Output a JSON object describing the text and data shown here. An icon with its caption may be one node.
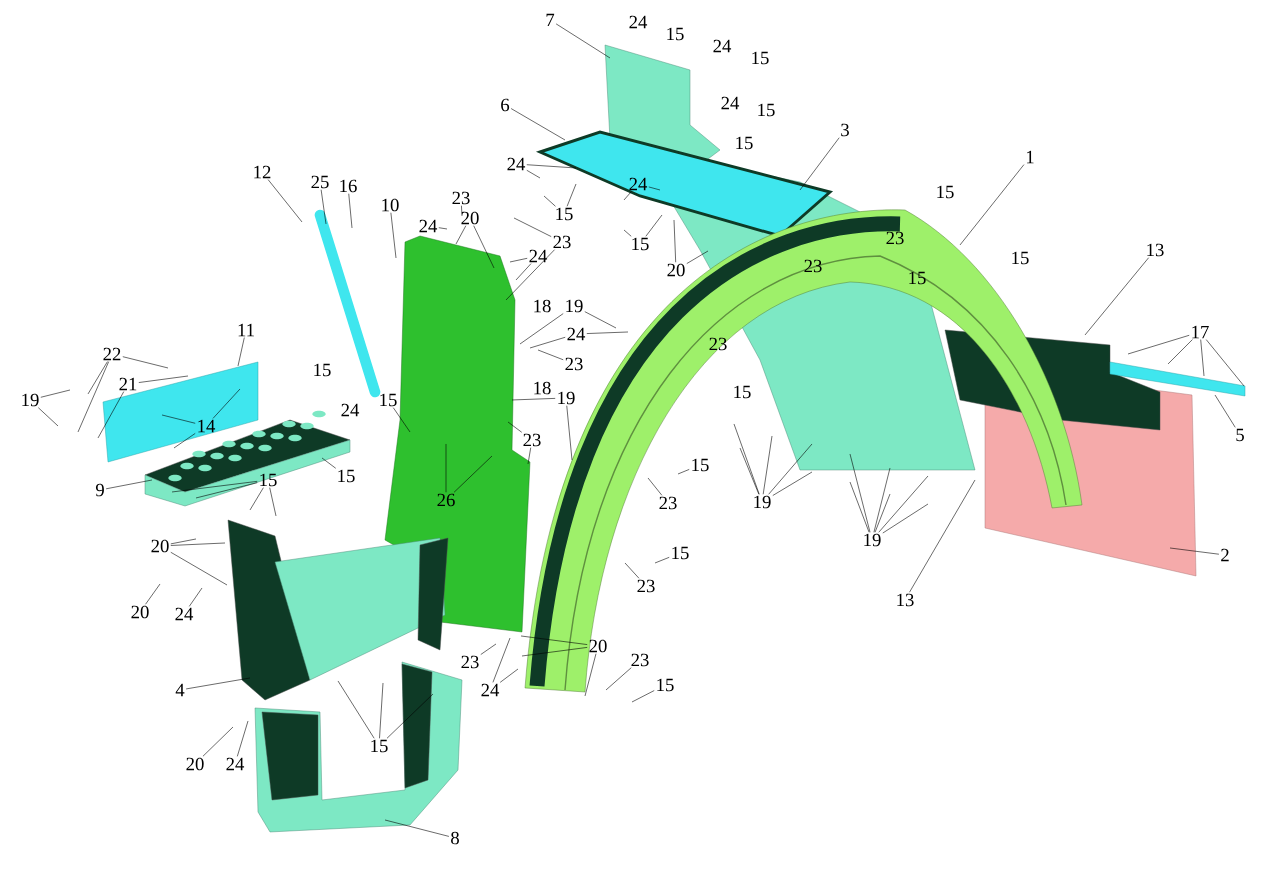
{
  "diagram": {
    "nodes": [
      {
        "text": [
          "7"
        ]
      },
      {
        "text": [
          "6"
        ]
      },
      {
        "text": [
          "3"
        ]
      },
      {
        "text": [
          "1"
        ]
      },
      {
        "text": [
          "24"
        ]
      },
      {
        "text": [
          "12"
        ]
      },
      {
        "text": [
          "25"
        ]
      },
      {
        "text": [
          "16"
        ]
      },
      {
        "text": [
          "24"
        ]
      },
      {
        "text": [
          "10"
        ]
      },
      {
        "text": [
          "23"
        ]
      },
      {
        "text": [
          "15"
        ]
      },
      {
        "text": [
          "24"
        ]
      },
      {
        "text": [
          "20"
        ]
      },
      {
        "text": [
          "23"
        ]
      },
      {
        "text": [
          "24"
        ]
      },
      {
        "text": [
          "15"
        ]
      },
      {
        "text": [
          "13"
        ]
      },
      {
        "text": [
          "20"
        ]
      },
      {
        "text": [
          "19"
        ]
      },
      {
        "text": [
          "11"
        ]
      },
      {
        "text": [
          "17"
        ]
      },
      {
        "text": [
          "24"
        ]
      },
      {
        "text": [
          "22"
        ]
      },
      {
        "text": [
          "23"
        ]
      },
      {
        "text": [
          "21"
        ]
      },
      {
        "text": [
          "19"
        ]
      },
      {
        "text": [
          "19"
        ]
      },
      {
        "text": [
          "15"
        ]
      },
      {
        "text": [
          "14"
        ]
      },
      {
        "text": [
          "23"
        ]
      },
      {
        "text": [
          "5"
        ]
      },
      {
        "text": [
          "15"
        ]
      },
      {
        "text": [
          "15"
        ]
      },
      {
        "text": [
          "15"
        ]
      },
      {
        "text": [
          "9"
        ]
      },
      {
        "text": [
          "26"
        ]
      },
      {
        "text": [
          "19"
        ]
      },
      {
        "text": [
          "23"
        ]
      },
      {
        "text": [
          "19"
        ]
      },
      {
        "text": [
          "2"
        ]
      },
      {
        "text": [
          "15"
        ]
      },
      {
        "text": [
          "20"
        ]
      },
      {
        "text": [
          "23"
        ]
      },
      {
        "text": [
          "13"
        ]
      },
      {
        "text": [
          "20"
        ]
      },
      {
        "text": [
          "24"
        ]
      },
      {
        "text": [
          "20"
        ]
      },
      {
        "text": [
          "23"
        ]
      },
      {
        "text": [
          "23"
        ]
      },
      {
        "text": [
          "24"
        ]
      },
      {
        "text": [
          "15"
        ]
      },
      {
        "text": [
          "4"
        ]
      },
      {
        "text": [
          "15"
        ]
      },
      {
        "text": [
          "20"
        ]
      },
      {
        "text": [
          "24"
        ]
      },
      {
        "text": [
          "8"
        ]
      }
    ],
    "edges": [
      {
        "from": 0,
        "to": null,
        "arrow": "none"
      },
      {
        "from": 1,
        "to": null,
        "arrow": "none"
      },
      {
        "from": 2,
        "to": null,
        "arrow": "none"
      },
      {
        "from": 3,
        "to": null,
        "arrow": "none"
      },
      {
        "from": 4,
        "to": null,
        "arrow": "none"
      },
      {
        "from": 4,
        "to": null,
        "arrow": "none"
      },
      {
        "from": 5,
        "to": null,
        "arrow": "none"
      },
      {
        "from": 6,
        "to": null,
        "arrow": "none"
      },
      {
        "from": 7,
        "to": null,
        "arrow": "none"
      },
      {
        "from": 8,
        "to": null,
        "arrow": "none"
      },
      {
        "from": 8,
        "to": null,
        "arrow": "none"
      },
      {
        "from": 9,
        "to": null,
        "arrow": "none"
      },
      {
        "from": 10,
        "to": null,
        "arrow": "none"
      },
      {
        "from": 11,
        "to": null,
        "arrow": "none"
      },
      {
        "from": 11,
        "to": null,
        "arrow": "none"
      },
      {
        "from": 12,
        "to": null,
        "arrow": "none"
      },
      {
        "from": 13,
        "to": null,
        "arrow": "none"
      },
      {
        "from": 13,
        "to": null,
        "arrow": "none"
      },
      {
        "from": 14,
        "to": null,
        "arrow": "none"
      },
      {
        "from": 14,
        "to": null,
        "arrow": "none"
      },
      {
        "from": 15,
        "to": null,
        "arrow": "none"
      },
      {
        "from": 15,
        "to": null,
        "arrow": "none"
      },
      {
        "from": 16,
        "to": null,
        "arrow": "none"
      },
      {
        "from": 16,
        "to": null,
        "arrow": "none"
      },
      {
        "from": 17,
        "to": null,
        "arrow": "none"
      },
      {
        "from": 18,
        "to": null,
        "arrow": "none"
      },
      {
        "from": 18,
        "to": null,
        "arrow": "none"
      },
      {
        "from": 19,
        "to": null,
        "arrow": "none"
      },
      {
        "from": 19,
        "to": null,
        "arrow": "none"
      },
      {
        "from": 20,
        "to": null,
        "arrow": "none"
      },
      {
        "from": 21,
        "to": null,
        "arrow": "none"
      },
      {
        "from": 21,
        "to": null,
        "arrow": "none"
      },
      {
        "from": 21,
        "to": null,
        "arrow": "none"
      },
      {
        "from": 21,
        "to": null,
        "arrow": "none"
      },
      {
        "from": 22,
        "to": null,
        "arrow": "none"
      },
      {
        "from": 22,
        "to": null,
        "arrow": "none"
      },
      {
        "from": 23,
        "to": null,
        "arrow": "none"
      },
      {
        "from": 23,
        "to": null,
        "arrow": "none"
      },
      {
        "from": 23,
        "to": null,
        "arrow": "none"
      },
      {
        "from": 24,
        "to": null,
        "arrow": "none"
      },
      {
        "from": 25,
        "to": null,
        "arrow": "none"
      },
      {
        "from": 25,
        "to": null,
        "arrow": "none"
      },
      {
        "from": 26,
        "to": null,
        "arrow": "none"
      },
      {
        "from": 26,
        "to": null,
        "arrow": "none"
      },
      {
        "from": 27,
        "to": null,
        "arrow": "none"
      },
      {
        "from": 27,
        "to": null,
        "arrow": "none"
      },
      {
        "from": 28,
        "to": null,
        "arrow": "none"
      },
      {
        "from": 29,
        "to": null,
        "arrow": "none"
      },
      {
        "from": 29,
        "to": null,
        "arrow": "none"
      },
      {
        "from": 29,
        "to": null,
        "arrow": "none"
      },
      {
        "from": 30,
        "to": null,
        "arrow": "none"
      },
      {
        "from": 30,
        "to": null,
        "arrow": "none"
      },
      {
        "from": 31,
        "to": null,
        "arrow": "none"
      },
      {
        "from": 32,
        "to": null,
        "arrow": "none"
      },
      {
        "from": 33,
        "to": null,
        "arrow": "none"
      },
      {
        "from": 34,
        "to": null,
        "arrow": "none"
      },
      {
        "from": 34,
        "to": null,
        "arrow": "none"
      },
      {
        "from": 34,
        "to": null,
        "arrow": "none"
      },
      {
        "from": 34,
        "to": null,
        "arrow": "none"
      },
      {
        "from": 35,
        "to": null,
        "arrow": "none"
      },
      {
        "from": 36,
        "to": null,
        "arrow": "none"
      },
      {
        "from": 36,
        "to": null,
        "arrow": "none"
      },
      {
        "from": 37,
        "to": null,
        "arrow": "none"
      },
      {
        "from": 37,
        "to": null,
        "arrow": "none"
      },
      {
        "from": 37,
        "to": null,
        "arrow": "none"
      },
      {
        "from": 37,
        "to": null,
        "arrow": "none"
      },
      {
        "from": 37,
        "to": null,
        "arrow": "none"
      },
      {
        "from": 38,
        "to": null,
        "arrow": "none"
      },
      {
        "from": 39,
        "to": null,
        "arrow": "none"
      },
      {
        "from": 39,
        "to": null,
        "arrow": "none"
      },
      {
        "from": 39,
        "to": null,
        "arrow": "none"
      },
      {
        "from": 39,
        "to": null,
        "arrow": "none"
      },
      {
        "from": 39,
        "to": null,
        "arrow": "none"
      },
      {
        "from": 39,
        "to": null,
        "arrow": "none"
      },
      {
        "from": 40,
        "to": null,
        "arrow": "none"
      },
      {
        "from": 41,
        "to": null,
        "arrow": "none"
      },
      {
        "from": 42,
        "to": null,
        "arrow": "none"
      },
      {
        "from": 42,
        "to": null,
        "arrow": "none"
      },
      {
        "from": 42,
        "to": null,
        "arrow": "none"
      },
      {
        "from": 43,
        "to": null,
        "arrow": "none"
      },
      {
        "from": 44,
        "to": null,
        "arrow": "none"
      },
      {
        "from": 45,
        "to": null,
        "arrow": "none"
      },
      {
        "from": 46,
        "to": null,
        "arrow": "none"
      },
      {
        "from": 47,
        "to": null,
        "arrow": "none"
      },
      {
        "from": 47,
        "to": null,
        "arrow": "none"
      },
      {
        "from": 47,
        "to": null,
        "arrow": "none"
      },
      {
        "from": 48,
        "to": null,
        "arrow": "none"
      },
      {
        "from": 49,
        "to": null,
        "arrow": "none"
      },
      {
        "from": 50,
        "to": null,
        "arrow": "none"
      },
      {
        "from": 50,
        "to": null,
        "arrow": "none"
      },
      {
        "from": 51,
        "to": null,
        "arrow": "none"
      },
      {
        "from": 52,
        "to": null,
        "arrow": "none"
      },
      {
        "from": 53,
        "to": null,
        "arrow": "none"
      },
      {
        "from": 53,
        "to": null,
        "arrow": "none"
      },
      {
        "from": 53,
        "to": null,
        "arrow": "none"
      },
      {
        "from": 54,
        "to": null,
        "arrow": "none"
      },
      {
        "from": 55,
        "to": null,
        "arrow": "none"
      },
      {
        "from": 56,
        "to": null,
        "arrow": "none"
      }
    ],
    "labels": [
      "24",
      "15",
      "24",
      "15",
      "24",
      "15",
      "15",
      "15",
      "23",
      "15",
      "23",
      "15",
      "18",
      "15",
      "23",
      "15",
      "18",
      "24"
    ]
  }
}
